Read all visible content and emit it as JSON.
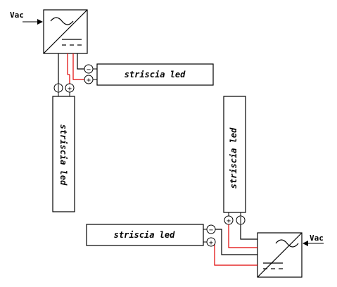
{
  "labels": {
    "vac_top": "Vac",
    "vac_bottom": "Vac",
    "strip_top_right": "striscia led",
    "strip_left_vertical": "striscia led",
    "strip_right_vertical": "striscia led",
    "strip_bottom_left": "striscia led"
  },
  "terminals": {
    "negative": "−",
    "positive": "+"
  },
  "colors": {
    "wire_black": "#000000",
    "wire_red": "#e00000"
  }
}
